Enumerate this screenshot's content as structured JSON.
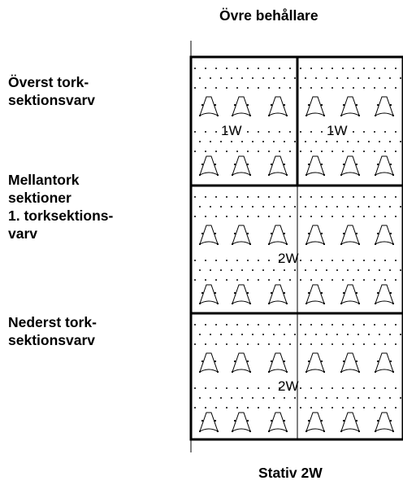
{
  "header": {
    "title": "Övre behållare"
  },
  "footer": {
    "title": "Stativ 2W"
  },
  "rows": [
    {
      "label_lines": [
        "Överst tork-",
        "sektionsvarv"
      ],
      "cells": [
        "1W",
        "1W"
      ]
    },
    {
      "label_lines": [
        "Mellantork",
        "sektioner",
        "1. torksektions-",
        "varv"
      ],
      "cells": [
        "2W"
      ]
    },
    {
      "label_lines": [
        "Nederst tork-",
        "sektionsvarv"
      ],
      "cells": [
        "2W"
      ]
    }
  ],
  "icons": {
    "rack_item": "cone-rack-icon",
    "dot": "dot-grid"
  }
}
